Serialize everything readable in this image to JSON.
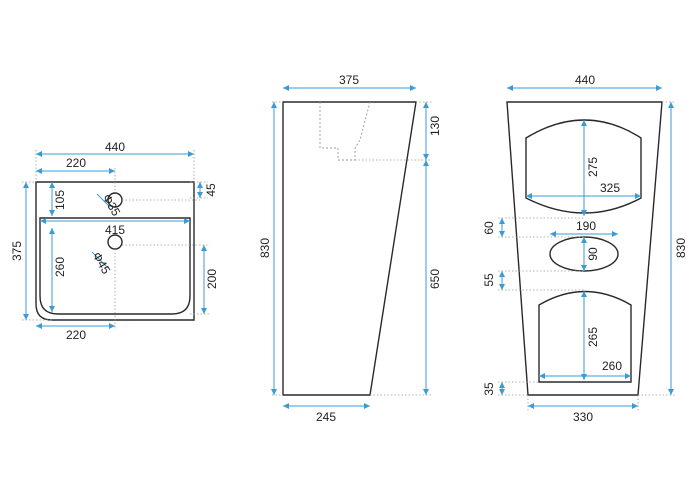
{
  "colors": {
    "outline": "#2a2a2a",
    "dimension_line": "#3a9bd5",
    "hidden_line": "#9a9a9a",
    "background": "#ffffff"
  },
  "top_view": {
    "overall_width": "440",
    "width_to_tap_hole": "220",
    "overall_depth": "375",
    "back_to_tap_hole": "105",
    "tap_hole_diameter": "Φ35",
    "rim_to_bowl_edge": "45",
    "bowl_width": "415",
    "drain_diameter": "Φ45",
    "bowl_depth": "260",
    "front_to_drain": "200",
    "width_to_drain": "220"
  },
  "side_view": {
    "top_depth": "375",
    "bowl_height": "130",
    "overall_height": "830",
    "pedestal_height": "650",
    "base_depth": "245"
  },
  "front_view": {
    "top_width": "440",
    "overall_height": "830",
    "upper_opening_height": "275",
    "upper_opening_width": "325",
    "oval_width": "190",
    "oval_height": "90",
    "gap_above_oval": "60",
    "gap_below_oval": "55",
    "lower_opening_height": "265",
    "lower_opening_width": "260",
    "bottom_margin": "35",
    "base_width": "330"
  }
}
